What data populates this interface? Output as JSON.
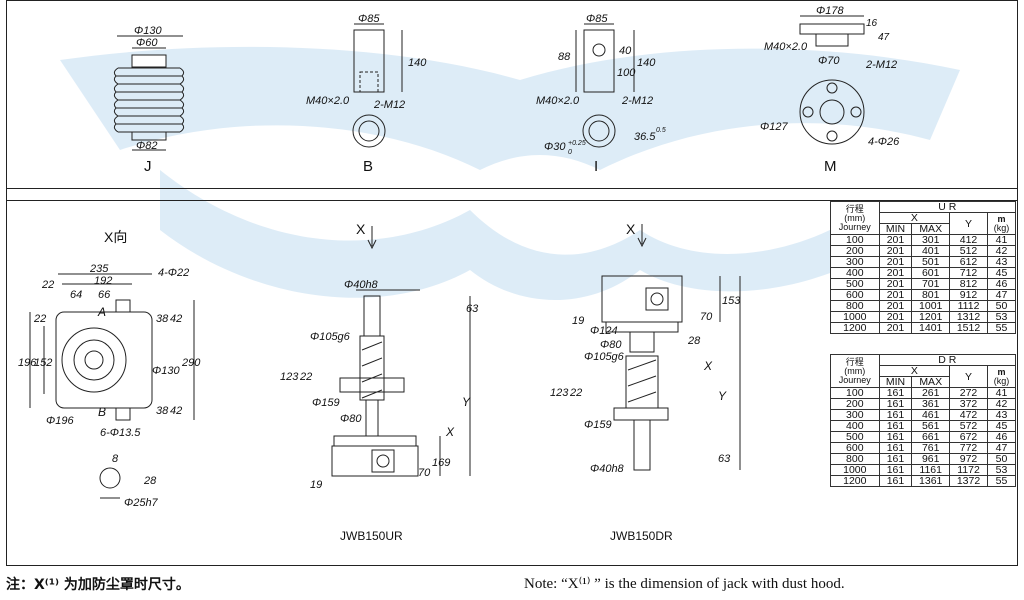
{
  "views": {
    "J": {
      "label": "J",
      "dims": [
        "Φ130",
        "Φ60",
        "Φ82"
      ]
    },
    "B": {
      "label": "B",
      "dims": [
        "Φ85",
        "140",
        "M40×2.0",
        "2-M12"
      ]
    },
    "I": {
      "label": "I",
      "dims": [
        "Φ85",
        "88",
        "100",
        "40",
        "140",
        "M40×2.0",
        "2-M12",
        "Φ30",
        "+0.25",
        "0",
        "36.5",
        "0.5"
      ]
    },
    "M": {
      "label": "M",
      "dims": [
        "Φ178",
        "16",
        "47",
        "M40×2.0",
        "Φ70",
        "2-M12",
        "Φ127",
        "4-Φ26"
      ]
    }
  },
  "xview": {
    "title": "X向",
    "dims": [
      "235",
      "192",
      "22",
      "64",
      "66",
      "4-Φ22",
      "A",
      "B",
      "22",
      "38",
      "42",
      "196",
      "152",
      "Φ130",
      "290",
      "38",
      "42",
      "Φ196",
      "6-Φ13.5",
      "8",
      "28",
      "Φ25h7"
    ]
  },
  "ur": {
    "caption": "JWB150UR",
    "x_label": "X",
    "dims": [
      "Φ40h8",
      "63",
      "Φ105g6",
      "123",
      "22",
      "Φ159",
      "Φ80",
      "X",
      "Y",
      "169",
      "70",
      "19"
    ]
  },
  "dr": {
    "caption": "JWB150DR",
    "x_label": "X",
    "dims": [
      "153",
      "19",
      "70",
      "Φ124",
      "Φ80",
      "28",
      "Φ105g6",
      "X",
      "Y",
      "123",
      "22",
      "Φ159",
      "Φ40h8",
      "63"
    ]
  },
  "table_ur": {
    "title": "U R",
    "head_stroke": "行程",
    "head_unit": "(mm)",
    "head_journey": "Journey",
    "head_x": "X",
    "head_min": "MIN",
    "head_max": "MAX",
    "head_y": "Y",
    "head_m": "m",
    "head_kg": "(kg)",
    "rows": [
      [
        "100",
        "201",
        "301",
        "412",
        "41"
      ],
      [
        "200",
        "201",
        "401",
        "512",
        "42"
      ],
      [
        "300",
        "201",
        "501",
        "612",
        "43"
      ],
      [
        "400",
        "201",
        "601",
        "712",
        "45"
      ],
      [
        "500",
        "201",
        "701",
        "812",
        "46"
      ],
      [
        "600",
        "201",
        "801",
        "912",
        "47"
      ],
      [
        "800",
        "201",
        "1001",
        "1112",
        "50"
      ],
      [
        "1000",
        "201",
        "1201",
        "1312",
        "53"
      ],
      [
        "1200",
        "201",
        "1401",
        "1512",
        "55"
      ]
    ]
  },
  "table_dr": {
    "title": "D R",
    "head_stroke": "行程",
    "head_unit": "(mm)",
    "head_journey": "Journey",
    "head_x": "X",
    "head_min": "MIN",
    "head_max": "MAX",
    "head_y": "Y",
    "head_m": "m",
    "head_kg": "(kg)",
    "rows": [
      [
        "100",
        "161",
        "261",
        "272",
        "41"
      ],
      [
        "200",
        "161",
        "361",
        "372",
        "42"
      ],
      [
        "300",
        "161",
        "461",
        "472",
        "43"
      ],
      [
        "400",
        "161",
        "561",
        "572",
        "45"
      ],
      [
        "500",
        "161",
        "661",
        "672",
        "46"
      ],
      [
        "600",
        "161",
        "761",
        "772",
        "47"
      ],
      [
        "800",
        "161",
        "961",
        "972",
        "50"
      ],
      [
        "1000",
        "161",
        "1161",
        "1172",
        "53"
      ],
      [
        "1200",
        "161",
        "1361",
        "1372",
        "55"
      ]
    ]
  },
  "notes": {
    "cn": "注：X⁽¹⁾ 为加防尘罩时尺寸。",
    "en": "Note: “X⁽¹⁾ ” is the dimension of jack with dust hood."
  },
  "colors": {
    "watermark": "#cfe4f3",
    "line": "#222222"
  }
}
